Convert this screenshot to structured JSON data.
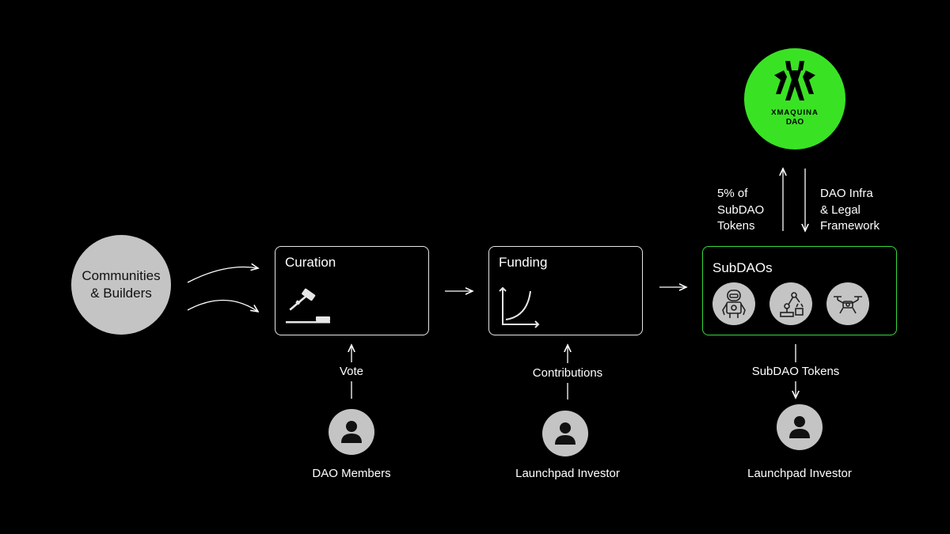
{
  "nodes": {
    "communities": {
      "line1": "Communities",
      "line2": "& Builders"
    },
    "curation": {
      "title": "Curation"
    },
    "funding": {
      "title": "Funding"
    },
    "subdaos": {
      "title": "SubDAOs"
    },
    "dao": {
      "brand": "XMAQUINA",
      "sub": "DAO"
    }
  },
  "edges": {
    "vote": "Vote",
    "contributions": "Contributions",
    "subdao_tokens": "SubDAO Tokens",
    "to_dao": {
      "line1": "5% of",
      "line2": "SubDAO",
      "line3": "Tokens"
    },
    "from_dao": {
      "line1": "DAO Infra",
      "line2": "& Legal",
      "line3": "Framework"
    }
  },
  "actors": {
    "dao_members": "DAO Members",
    "launchpad_investor_1": "Launchpad Investor",
    "launchpad_investor_2": "Launchpad Investor"
  },
  "colors": {
    "accent_green": "#36d93a",
    "dao_green": "#3ae224",
    "node_gray": "#c4c4c4",
    "background": "#000000"
  },
  "icons": [
    "gavel-icon",
    "growth-curve-icon",
    "robot-icon",
    "robot-arm-icon",
    "drone-icon",
    "user-icon",
    "xmaquina-logo-icon"
  ]
}
